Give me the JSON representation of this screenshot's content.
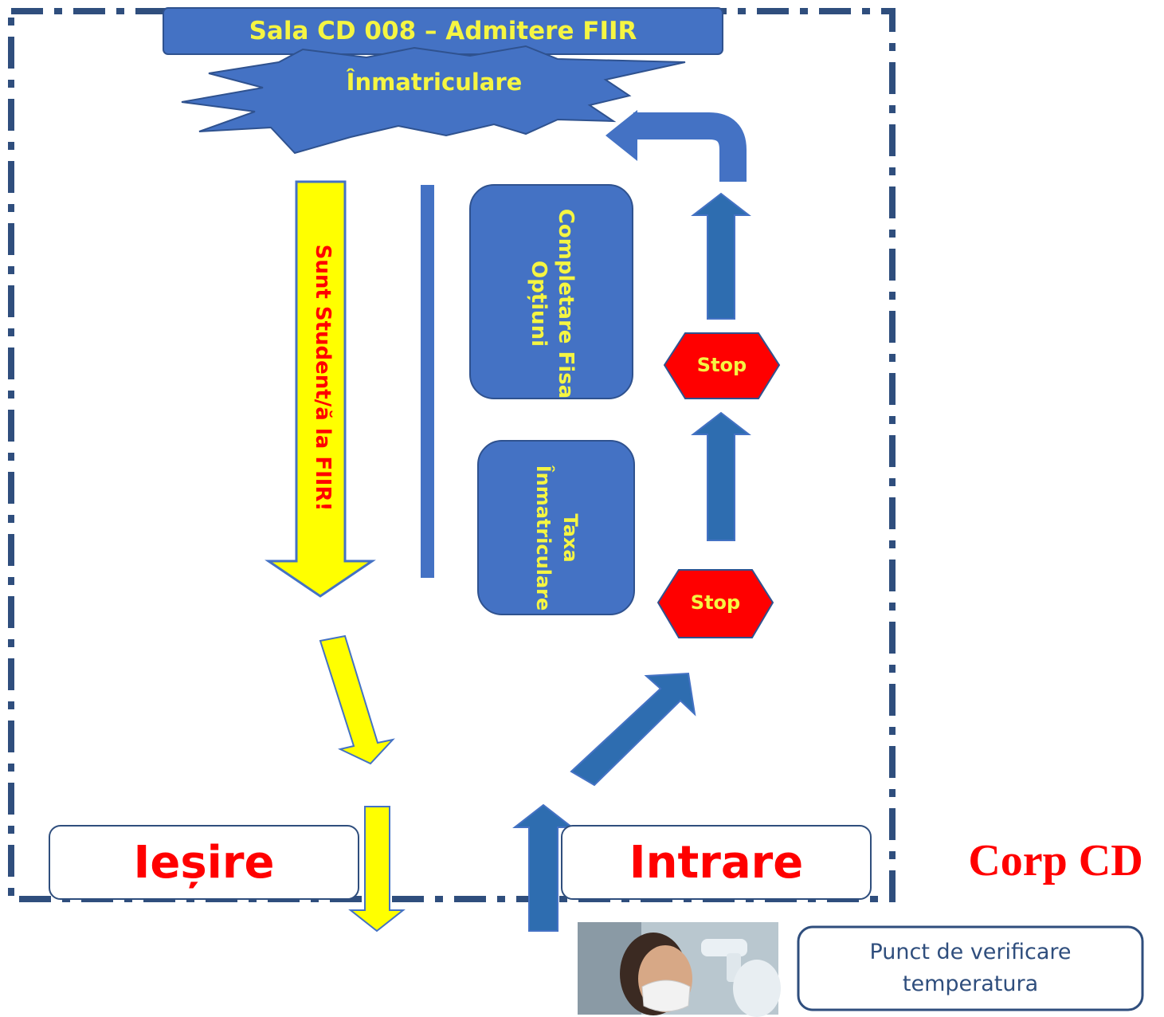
{
  "header": {
    "title": "Sala CD 008 – Admitere FIIR"
  },
  "burst": {
    "label": "Înmatriculare"
  },
  "yellow_arrow": {
    "label": "Sunt Student/ă  la FIIR!"
  },
  "boxes": {
    "fisa": {
      "line1": "Completare Fisa",
      "line2": "Opțiuni"
    },
    "taxa": {
      "line1": "Taxa",
      "line2": "Înmatriculare"
    }
  },
  "stops": {
    "upper": "Stop",
    "lower": "Stop"
  },
  "exit": {
    "label": "Ieșire"
  },
  "entrance": {
    "label": "Intrare"
  },
  "building": {
    "label": "Corp CD"
  },
  "checkpoint": {
    "line1": "Punct de verificare",
    "line2": "temperatura"
  },
  "colors": {
    "blue_fill": "#4472c4",
    "arrow_blue": "#2e6db0",
    "yellow": "#ffff00",
    "red": "#ff0000",
    "text_yellow": "#f5f542",
    "border_navy": "#2f4e7d"
  }
}
